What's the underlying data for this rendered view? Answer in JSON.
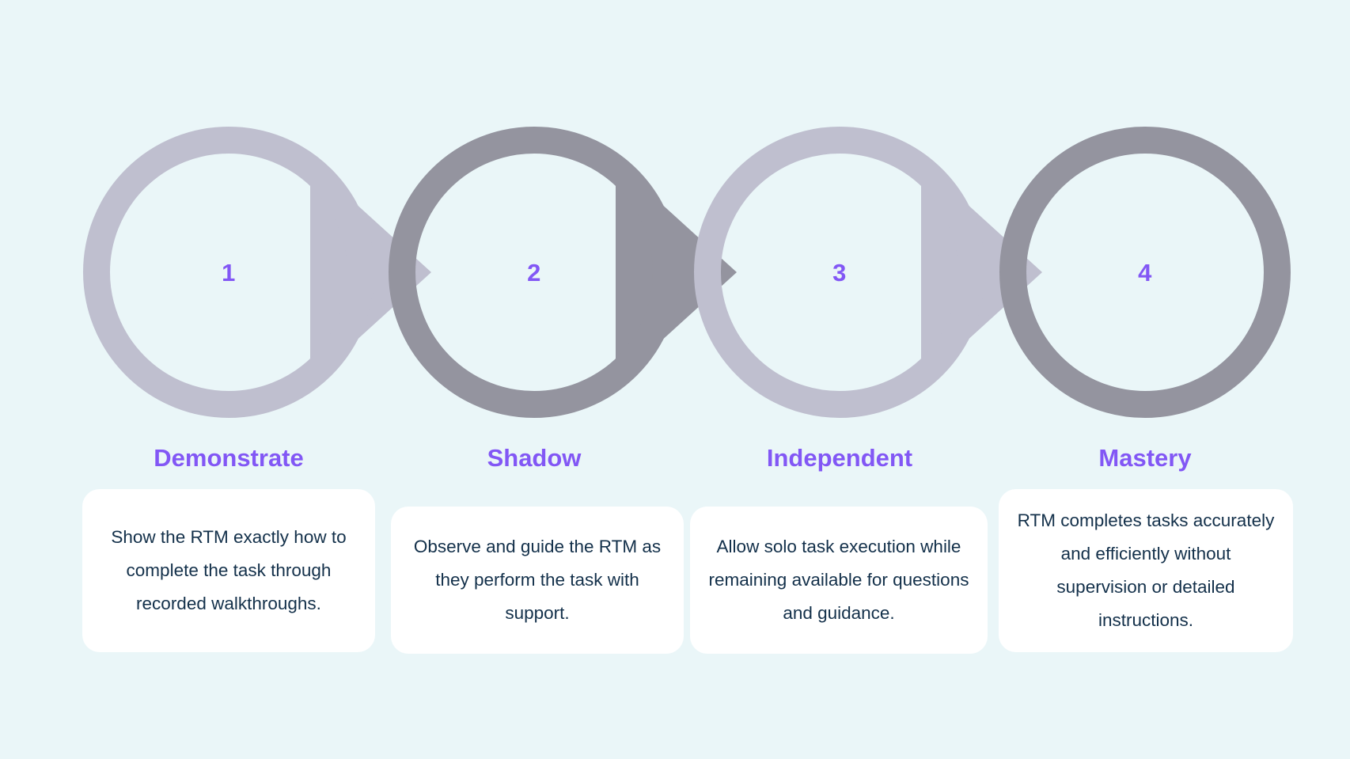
{
  "page": {
    "background_color": "#eaf6f8",
    "accent_color": "#8257f5",
    "card_background": "#ffffff",
    "body_text_color": "#13304a",
    "ring_color_light": "#bfbfcf",
    "ring_color_dark": "#94949f"
  },
  "steps": [
    {
      "number": "1",
      "title": "Demonstrate",
      "description": "Show the RTM exactly how to complete the task through recorded walkthroughs.",
      "ring_tone": "light"
    },
    {
      "number": "2",
      "title": "Shadow",
      "description": "Observe and guide the RTM as they perform the task with support.",
      "ring_tone": "dark"
    },
    {
      "number": "3",
      "title": "Independent",
      "description": "Allow solo task execution while remaining available for questions and guidance.",
      "ring_tone": "light"
    },
    {
      "number": "4",
      "title": "Mastery",
      "description": "RTM completes tasks accurately and efficiently without supervision or detailed instructions.",
      "ring_tone": "dark"
    }
  ]
}
